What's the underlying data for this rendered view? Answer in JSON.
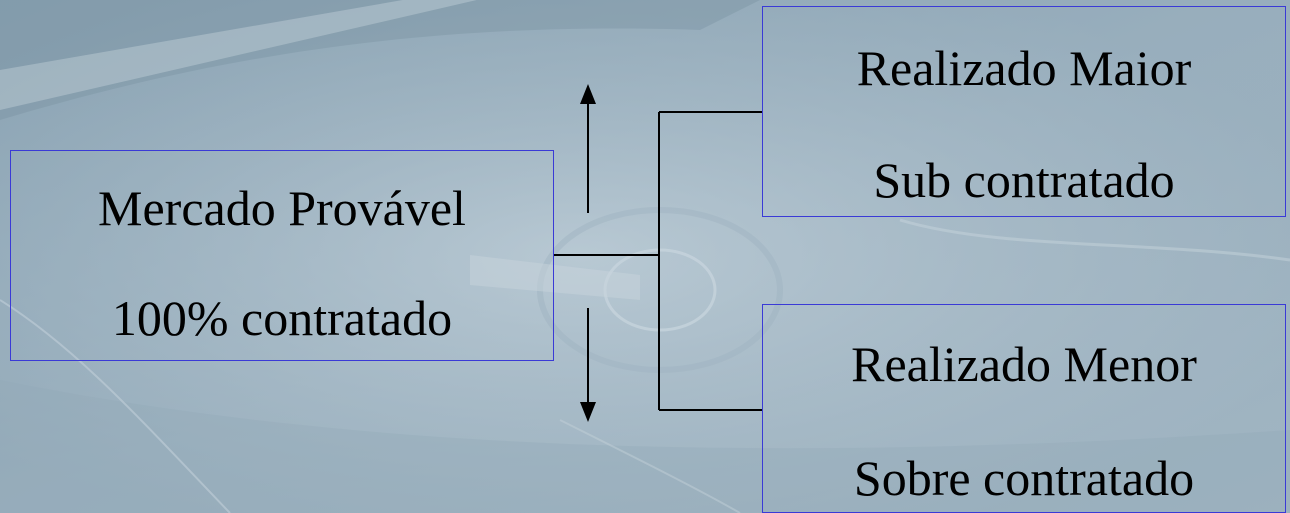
{
  "diagram": {
    "nodes": {
      "mercado": {
        "line1": "Mercado Provável",
        "line2": "100% contratado"
      },
      "maior": {
        "line1": "Realizado Maior",
        "line2": "Sub contratado"
      },
      "menor": {
        "line1": "Realizado Menor",
        "line2": "Sobre contratado"
      }
    },
    "edges": [
      {
        "from": "mercado",
        "to": "maior"
      },
      {
        "from": "mercado",
        "to": "menor"
      }
    ],
    "arrows": [
      "up",
      "down"
    ]
  },
  "colors": {
    "box_border": "#3a3ad6",
    "text": "#000000",
    "connector": "#000000",
    "background": "#a9bdca"
  }
}
